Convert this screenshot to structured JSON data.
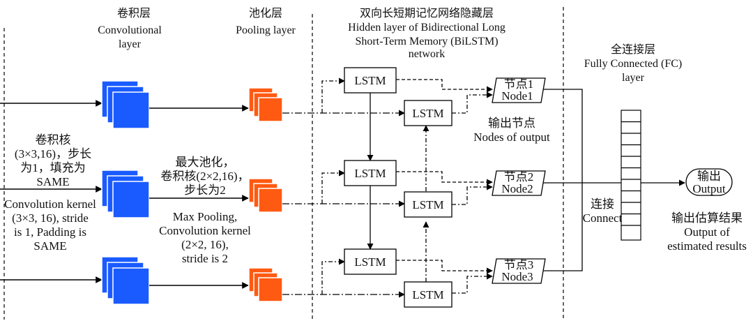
{
  "colors": {
    "conv": "#1a5bff",
    "pool": "#ff5a12",
    "line": "#000000"
  },
  "headers": {
    "conv_cn": "卷积层",
    "conv_en1": "Convolutional",
    "conv_en2": "layer",
    "pool_cn": "池化层",
    "pool_en": "Pooling layer",
    "bilstm_cn": "双向长短期记忆网络隐藏层",
    "bilstm_en1": "Hidden layer of Bidirectional Long",
    "bilstm_en2": "Short-Term Memory (BiLSTM)",
    "bilstm_en3": "network",
    "fc_cn": "全连接层",
    "fc_en1": "Fully Connected (FC)",
    "fc_en2": "layer"
  },
  "conv_note": {
    "cn1": "卷积核",
    "cn2": "(3×3,16)，步长",
    "cn3": "为1，填充为",
    "cn4": "SAME",
    "en1": "Convolution kernel",
    "en2": "(3×3, 16), stride",
    "en3": "is 1, Padding is",
    "en4": "SAME"
  },
  "pool_note": {
    "cn1": "最大池化，",
    "cn2": "卷积核(2×2,16)，",
    "cn3": "步长为2",
    "en1": "Max Pooling,",
    "en2": "Convolution kernel",
    "en3": "(2×2, 16),",
    "en4": "stride is 2"
  },
  "lstm_label": "LSTM",
  "nodes": [
    {
      "cn": "节点1",
      "en": "Node1"
    },
    {
      "cn": "节点2",
      "en": "Node2"
    },
    {
      "cn": "节点3",
      "en": "Node3"
    }
  ],
  "output_nodes": {
    "cn": "输出节点",
    "en": "Nodes of output"
  },
  "connect": {
    "cn": "连接",
    "en": "Connect"
  },
  "output": {
    "cn": "输出",
    "en": "Output"
  },
  "result": {
    "cn": "输出估算结果",
    "en1": "Output of",
    "en2": "estimated results"
  }
}
